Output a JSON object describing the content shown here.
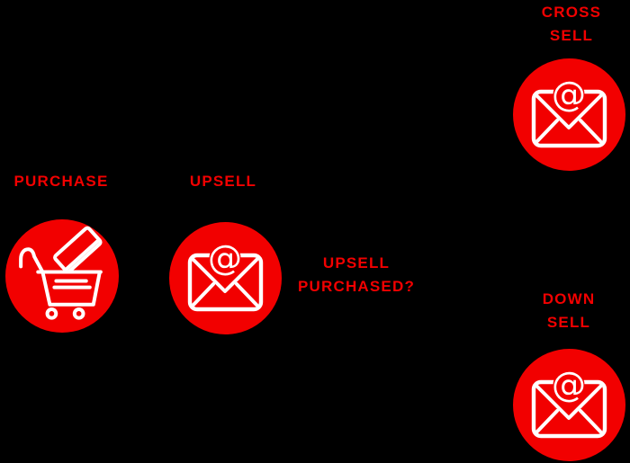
{
  "canvas": {
    "bg": "#000000",
    "accent": "#f20000",
    "icon": "#ffffff"
  },
  "diagram": {
    "nodes": {
      "purchase": {
        "label": "PURCHASE",
        "icon": "shopping-cart"
      },
      "upsell": {
        "label": "UPSELL",
        "icon": "email-at"
      },
      "cross_sell": {
        "line1": "CROSS",
        "line2": "SELL",
        "icon": "email-at"
      },
      "down_sell": {
        "line1": "DOWN",
        "line2": "SELL",
        "icon": "email-at"
      }
    },
    "decision": {
      "line1": "UPSELL",
      "line2": "PURCHASED?"
    },
    "at_symbol": "@"
  }
}
